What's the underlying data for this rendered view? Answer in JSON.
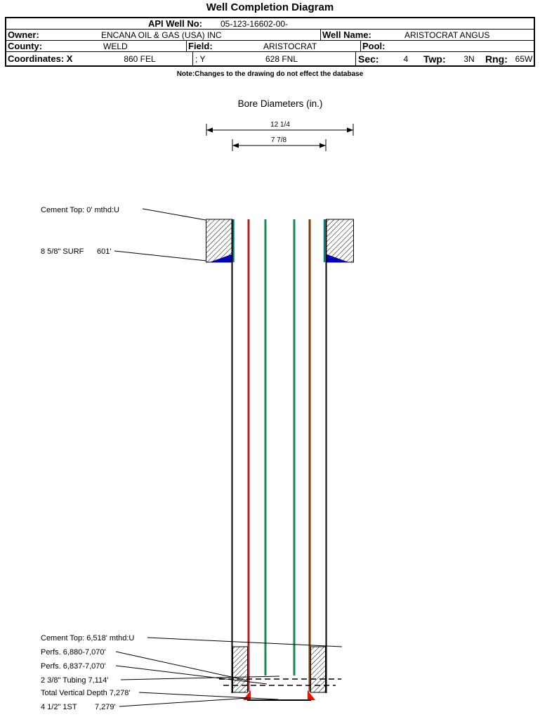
{
  "title": "Well Completion Diagram",
  "header": {
    "api": {
      "label": "API Well No:",
      "value": "05-123-16602-00-"
    },
    "owner": {
      "label": "Owner:",
      "value": "ENCANA OIL & GAS (USA) INC"
    },
    "well_name": {
      "label": "Well Name:",
      "value": "ARISTOCRAT ANGUS"
    },
    "county": {
      "label": "County:",
      "value": "WELD"
    },
    "field": {
      "label": "Field:",
      "value": "ARISTOCRAT"
    },
    "pool": {
      "label": "Pool:",
      "value": ""
    },
    "coordinates": {
      "label": "Coordinates: X",
      "x_value": "860 FEL",
      "y_label": "; Y",
      "y_value": "628 FNL"
    },
    "sec": {
      "label": "Sec:",
      "value": "4"
    },
    "twp": {
      "label": "Twp:",
      "value": "3N"
    },
    "rng": {
      "label": "Rng:",
      "value": "65W"
    },
    "note": "Note:Changes to the drawing do not effect the database"
  },
  "diagram": {
    "bore_title": "Bore Diameters (in.)",
    "dimensions": {
      "outer": "12 1/4",
      "inner": "7 7/8"
    },
    "annotations": {
      "cement_top_surface": "Cement Top: 0' mthd:U",
      "surface_casing": "8 5/8\" SURF",
      "surface_casing_depth": "601'",
      "cement_top_production": "Cement Top: 6,518' mthd:U",
      "perfs_lower": "Perfs. 6,880-7,070'",
      "perfs_upper": "Perfs. 6,837-7,070'",
      "tubing": "2 3/8\" Tubing 7,114'",
      "total_vertical_depth": "Total Vertical Depth 7,278'",
      "production_casing": "4 1/2\" 1ST",
      "production_casing_depth": "7,279'"
    },
    "colors": {
      "surface_casing": "#008080",
      "surface_shoe": "#0000bb",
      "production_casing_left": "#b22222",
      "production_casing_right": "#7b3f00",
      "tubing": "#1c8a4e",
      "production_shoe": "#ee1100"
    }
  }
}
